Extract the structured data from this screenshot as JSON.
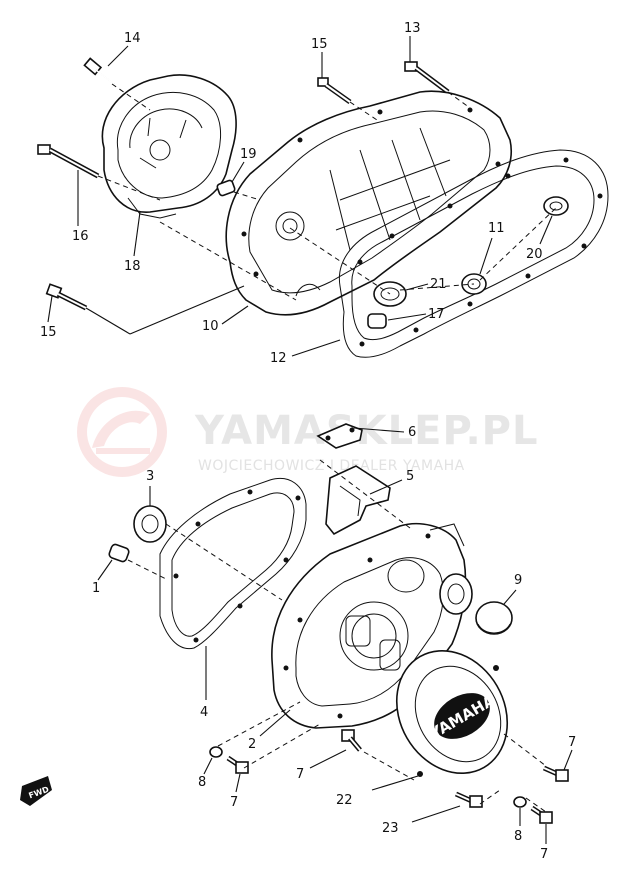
{
  "watermark": {
    "title": "YAMASKLEP.PL",
    "subtitle": "WOJCIECHOWICZ I DEALER YAMAHA"
  },
  "cover_badge": "YAMAHA",
  "direction_marker": "FWD",
  "callouts": [
    {
      "id": "label-14a",
      "text": "14"
    },
    {
      "id": "label-15a",
      "text": "15"
    },
    {
      "id": "label-13",
      "text": "13"
    },
    {
      "id": "label-19",
      "text": "19"
    },
    {
      "id": "label-16",
      "text": "16"
    },
    {
      "id": "label-18",
      "text": "18"
    },
    {
      "id": "label-11",
      "text": "11"
    },
    {
      "id": "label-20",
      "text": "20"
    },
    {
      "id": "label-21",
      "text": "21"
    },
    {
      "id": "label-15b",
      "text": "15"
    },
    {
      "id": "label-17",
      "text": "17"
    },
    {
      "id": "label-10",
      "text": "10"
    },
    {
      "id": "label-12",
      "text": "12"
    },
    {
      "id": "label-6",
      "text": "6"
    },
    {
      "id": "label-3",
      "text": "3"
    },
    {
      "id": "label-5",
      "text": "5"
    },
    {
      "id": "label-1",
      "text": "1"
    },
    {
      "id": "label-9",
      "text": "9"
    },
    {
      "id": "label-4",
      "text": "4"
    },
    {
      "id": "label-2",
      "text": "2"
    },
    {
      "id": "label-7a",
      "text": "7"
    },
    {
      "id": "label-8a",
      "text": "8"
    },
    {
      "id": "label-7b",
      "text": "7"
    },
    {
      "id": "label-7c",
      "text": "7"
    },
    {
      "id": "label-22",
      "text": "22"
    },
    {
      "id": "label-23",
      "text": "23"
    },
    {
      "id": "label-8b",
      "text": "8"
    },
    {
      "id": "label-7d",
      "text": "7"
    }
  ]
}
